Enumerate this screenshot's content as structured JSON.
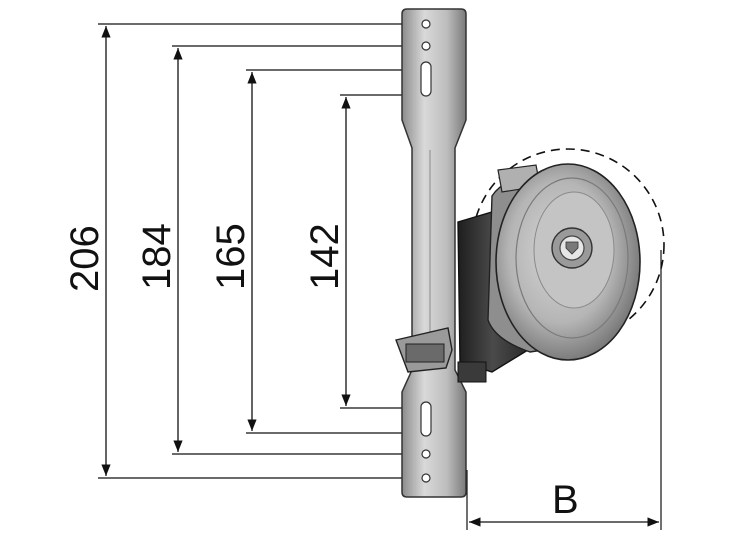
{
  "dimensions": {
    "d206": "206",
    "d184": "184",
    "d165": "165",
    "d142": "142",
    "b_label": "B"
  },
  "colors": {
    "line": "#111111",
    "metal_light": "#d6d6d6",
    "metal_mid": "#a8a8a8",
    "metal_dark": "#5a5a5a",
    "dark_body": "#2e2e2e"
  }
}
